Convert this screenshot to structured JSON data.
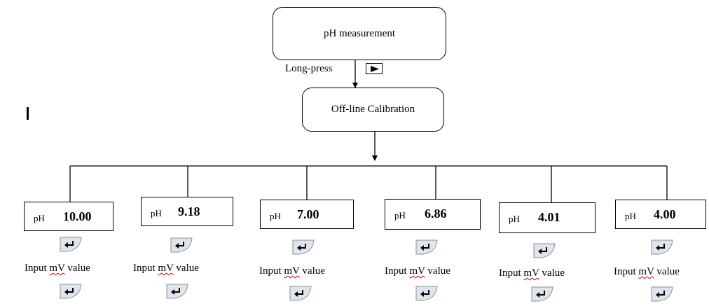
{
  "diagram": {
    "top_node": {
      "label": "pH measurement"
    },
    "action": {
      "label": "Long-press",
      "button_icon": "play-right-triangle-icon"
    },
    "middle_node": {
      "label": "Off-line Calibration"
    },
    "branches": [
      {
        "unit": "pH",
        "value": "10.00"
      },
      {
        "unit": "pH",
        "value": "9.18"
      },
      {
        "unit": "pH",
        "value": "7.00"
      },
      {
        "unit": "pH",
        "value": "6.86"
      },
      {
        "unit": "pH",
        "value": "4.01"
      },
      {
        "unit": "pH",
        "value": "4.00"
      }
    ],
    "input_label": {
      "prefix": "Input ",
      "underlined": "mV",
      "suffix": " value"
    },
    "enter_icon": "enter-return-icon",
    "colors": {
      "line": "#000000",
      "key_fill": "#dfe5ea",
      "spell_underline": "#d00000"
    }
  }
}
